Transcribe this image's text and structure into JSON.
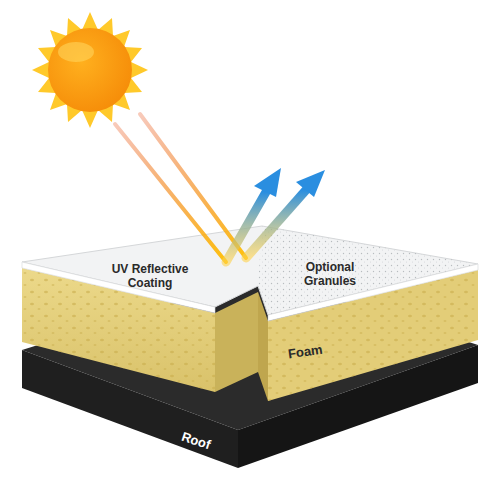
{
  "diagram": {
    "nodes": [
      {
        "text": [
          "UV Reflective Coating"
        ]
      },
      {
        "text": [
          "Optional Granules"
        ]
      },
      {
        "text": [
          "Foam"
        ]
      },
      {
        "text": [
          "Roof"
        ]
      }
    ]
  }
}
